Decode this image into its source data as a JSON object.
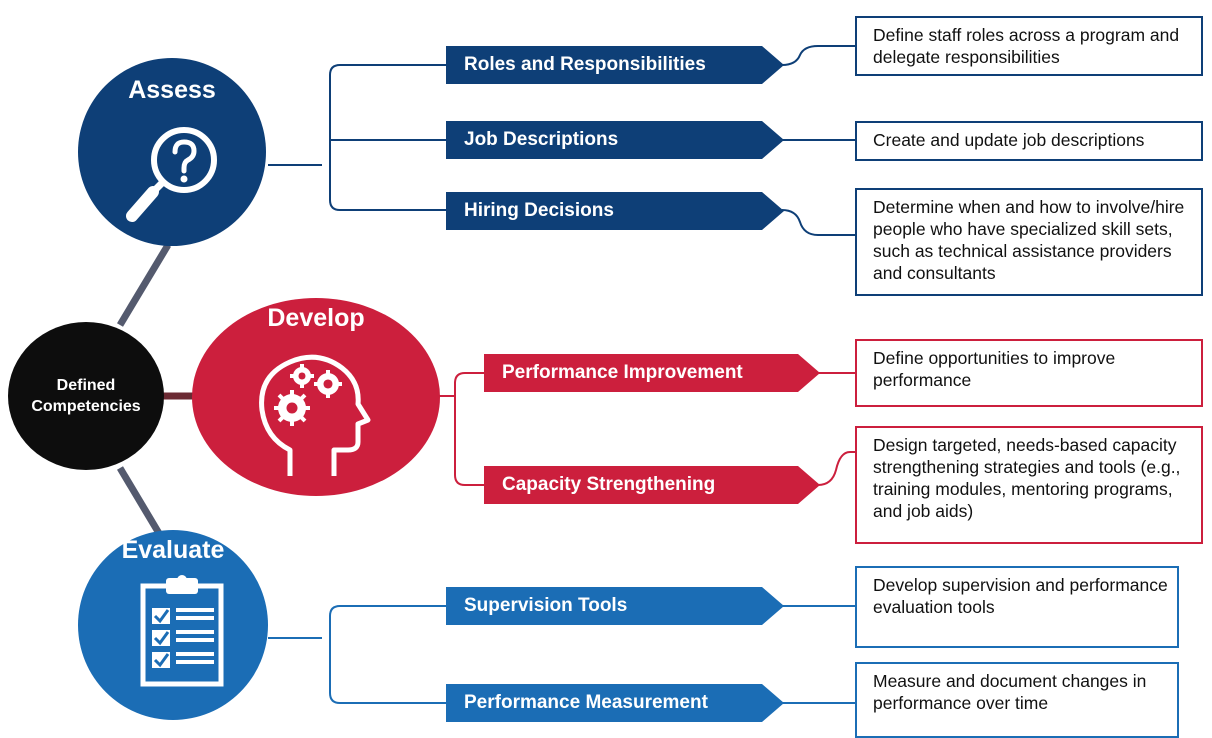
{
  "colors": {
    "assess": "#0e3f77",
    "develop": "#cc1f3d",
    "evaluate": "#1b6db5",
    "center": "#0d0d0d",
    "spoke": "#545a6e"
  },
  "center": {
    "label_line1": "Defined",
    "label_line2": "Competencies"
  },
  "phases": [
    {
      "key": "assess",
      "title": "Assess",
      "icon": "magnifier-question-icon",
      "items": [
        {
          "tag": "Roles and Responsibilities",
          "description": "Define staff roles across a program and delegate responsibilities"
        },
        {
          "tag": "Job Descriptions",
          "description": "Create and update job descriptions"
        },
        {
          "tag": "Hiring Decisions",
          "description": "Determine when and how to involve/hire people who have specialized skill sets, such as technical assistance providers and consultants"
        }
      ]
    },
    {
      "key": "develop",
      "title": "Develop",
      "icon": "head-gears-icon",
      "items": [
        {
          "tag": "Performance Improvement",
          "description": "Define opportunities to improve performance"
        },
        {
          "tag": "Capacity Strengthening",
          "description": "Design targeted, needs-based capacity strengthening strategies and tools (e.g., training modules, mentoring programs, and job aids)"
        }
      ]
    },
    {
      "key": "evaluate",
      "title": "Evaluate",
      "icon": "clipboard-checklist-icon",
      "items": [
        {
          "tag": "Supervision Tools",
          "description": "Develop supervision and performance evaluation tools"
        },
        {
          "tag": "Performance Measurement",
          "description": "Measure and document changes in performance over time"
        }
      ]
    }
  ]
}
